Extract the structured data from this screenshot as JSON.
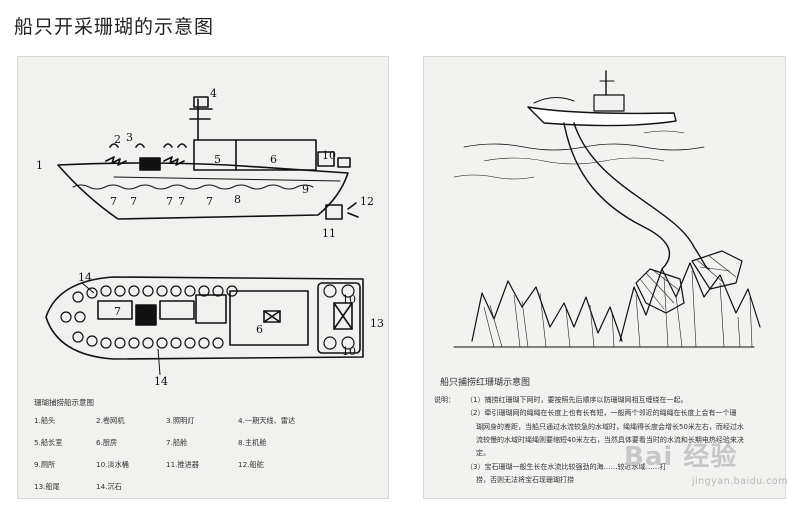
{
  "page": {
    "title": "船只开采珊瑚的示意图"
  },
  "left": {
    "callouts": [
      "1",
      "2",
      "3",
      "4",
      "5",
      "6",
      "7",
      "7",
      "7",
      "7",
      "7",
      "8",
      "9",
      "10",
      "11",
      "12",
      "13",
      "14",
      "14",
      "6",
      "10",
      "10",
      "7"
    ],
    "legend": {
      "title": "珊瑚捕捞船示意图",
      "items": [
        "1.船头",
        "2.卷网机",
        "3.照明灯",
        "4.一期天线、雷达",
        "5.船长室",
        "6.厨房",
        "7.船舱",
        "8.主机舱",
        "9.厕所",
        "10.淡水桶",
        "11.推进器",
        "12.船舵",
        "13.船尾",
        "14.沉石"
      ]
    }
  },
  "right": {
    "caption": {
      "title": "船只捕捞红珊瑚示意图",
      "label": "说明：",
      "lines": [
        "（1）捕捞红珊瑚下网时，要按照先后顺序以防珊瑚网相互缠绕在一起。",
        "（2）牵引珊瑚网的绳绳在长度上也有长有短，一般两个邻近的绳绳在长度上会有一个珊",
        "瑚网身的差距，当船只通过水流较急的水域时，绳绳得长度会增长50米左右，而经过水",
        "流较慢的水域时绳绳则要缩短40米左右，当然具体要看当时的水流和长期电热经验来决",
        "定。",
        "（3）宝石珊瑚一般生长在水流比较强劲的海……较近水域……打",
        "捞，否则无法将宝石现珊瑚打捞"
      ]
    },
    "watermark": {
      "logo": "Bai 经验",
      "url": "jingyan.baidu.com"
    }
  }
}
